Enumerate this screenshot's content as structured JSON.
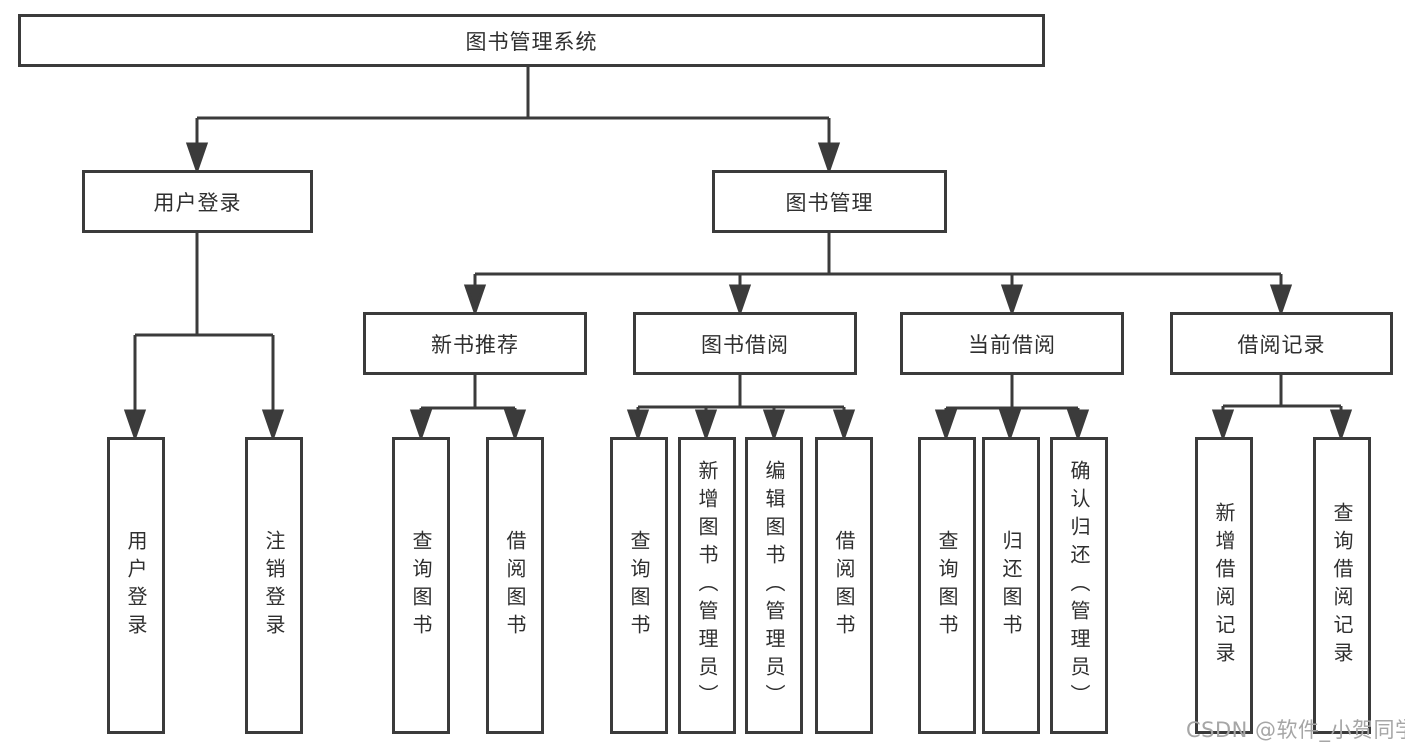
{
  "tree": {
    "label": "图书管理系统",
    "children": [
      {
        "label": "用户登录",
        "children": [
          {
            "label": "用户登录"
          },
          {
            "label": "注销登录"
          }
        ]
      },
      {
        "label": "图书管理",
        "children": [
          {
            "label": "新书推荐",
            "children": [
              {
                "label": "查询图书"
              },
              {
                "label": "借阅图书"
              }
            ]
          },
          {
            "label": "图书借阅",
            "children": [
              {
                "label": "查询图书"
              },
              {
                "label": "新增图书（管理员）"
              },
              {
                "label": "编辑图书（管理员）"
              },
              {
                "label": "借阅图书"
              }
            ]
          },
          {
            "label": "当前借阅",
            "children": [
              {
                "label": "查询图书"
              },
              {
                "label": "归还图书"
              },
              {
                "label": "确认归还（管理员）"
              }
            ]
          },
          {
            "label": "借阅记录",
            "children": [
              {
                "label": "新增借阅记录"
              },
              {
                "label": "查询借阅记录"
              }
            ]
          }
        ]
      }
    ]
  },
  "watermark": {
    "text": "CSDN @软件_小贺同学"
  },
  "colors": {
    "line": "#3b3b3b",
    "text": "#2f2f2f",
    "watermark": "#a6a6a6",
    "background": "#ffffff"
  }
}
